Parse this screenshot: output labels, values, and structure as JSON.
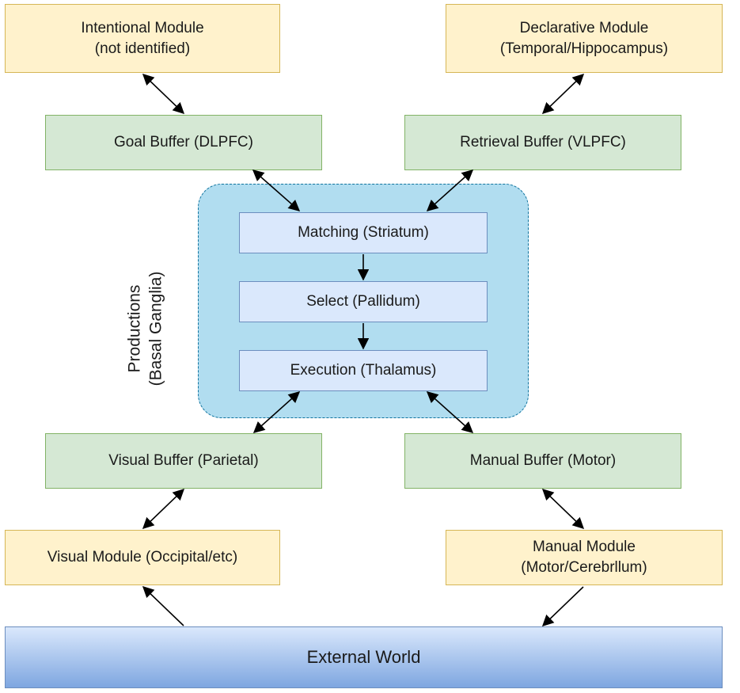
{
  "modules": {
    "intentional": {
      "line1": "Intentional Module",
      "line2": "(not identified)"
    },
    "declarative": {
      "line1": "Declarative Module",
      "line2": "(Temporal/Hippocampus)"
    },
    "visual": {
      "line1": "Visual Module (Occipital/etc)"
    },
    "manual": {
      "line1": "Manual Module",
      "line2": "(Motor/Cerebrllum)"
    }
  },
  "buffers": {
    "goal": "Goal Buffer (DLPFC)",
    "retrieval": "Retrieval Buffer (VLPFC)",
    "visual": "Visual Buffer (Parietal)",
    "manual": "Manual Buffer (Motor)"
  },
  "productions": {
    "label_line1": "Productions",
    "label_line2": "(Basal Ganglia)",
    "matching": "Matching (Striatum)",
    "select": "Select (Pallidum)",
    "execution": "Execution (Thalamus)"
  },
  "external_world": "External World",
  "colors": {
    "module_fill": "#fff2cc",
    "buffer_fill": "#d5e8d4",
    "production_fill": "#dae8fc",
    "group_fill": "#b1ddf0"
  }
}
